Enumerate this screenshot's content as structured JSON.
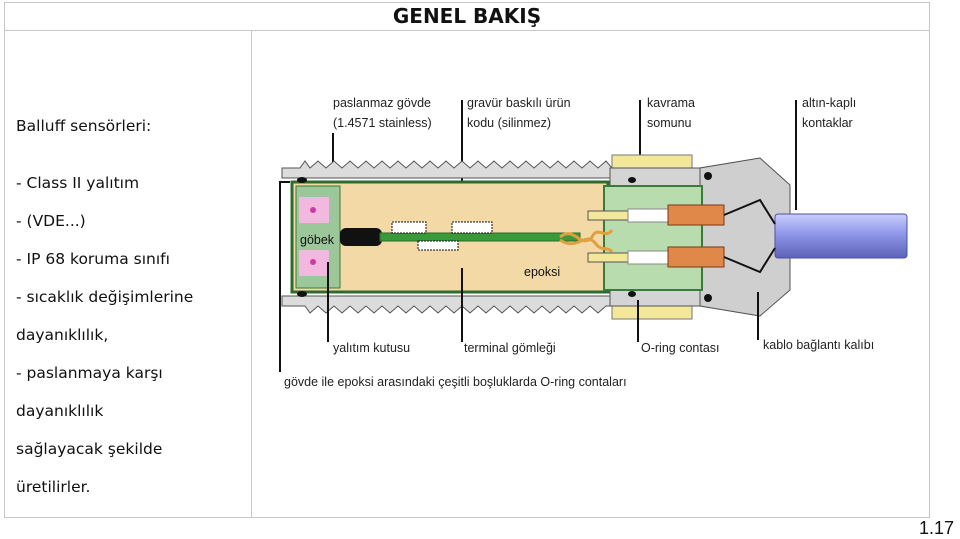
{
  "slide": {
    "title": "GENEL BAKIŞ",
    "page_number": "1.17"
  },
  "left_panel": {
    "heading": "Balluff sensörleri:",
    "lines": [
      "- Class II yalıtım",
      "- (VDE...)",
      "- IP 68 koruma sınıfı",
      "- sıcaklık değişimlerine",
      "dayanıklılık,",
      "- paslanmaya karşı",
      "dayanıklılık",
      "sağlayacak şekilde",
      "üretilirler."
    ]
  },
  "diagram": {
    "top_labels": {
      "body_line1": "paslanmaz gövde",
      "body_line2": "(1.4571 stainless)",
      "engraved_line1": "gravür baskılı ürün",
      "engraved_line2": "kodu (silinmez)",
      "nut_line1": "kavrama",
      "nut_line2": "somunu",
      "contacts_line1": "altın-kaplı",
      "contacts_line2": "kontaklar"
    },
    "bottom_labels": {
      "insulation": "yalıtım kutusu",
      "terminal": "terminal gömleği",
      "oring": "O-ring contası",
      "cable": "kablo bağlantı kalıbı",
      "gaps": "gövde ile epoksi arasındaki çeşitli boşluklarda O-ring contaları"
    },
    "inner_labels": {
      "core": "göbek",
      "epoxy": "epoksi"
    },
    "colors": {
      "epoxy": "#f2d9a5",
      "green_border": "#3a7a3a",
      "core_pink": "#f2b8e0",
      "nut_yellow": "#f3e89a",
      "mold_gray": "#d4d4d4",
      "contact_orange": "#e0874a",
      "cable_blue": "#8f97e8"
    }
  }
}
